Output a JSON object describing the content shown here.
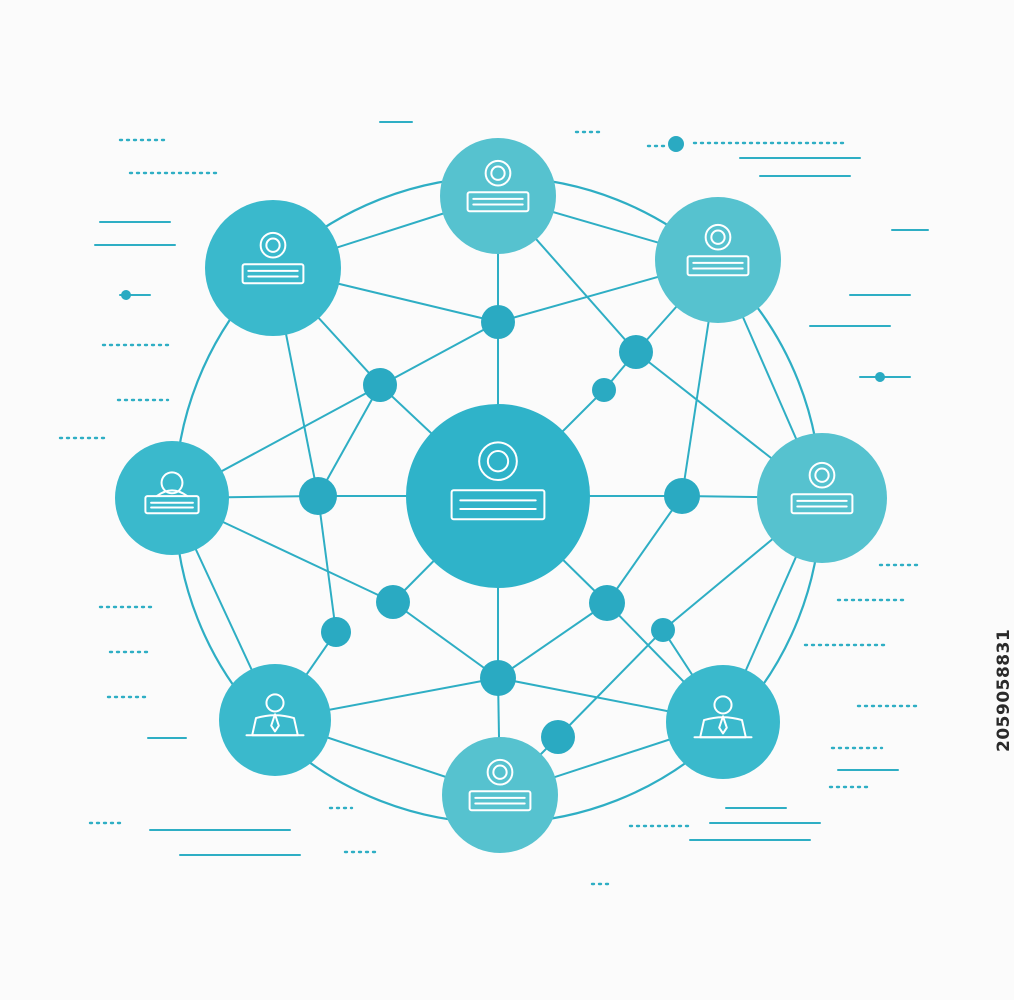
{
  "stock_id": "2059058831",
  "colors": {
    "background": "#fbfbfb",
    "line": "#2eaec4",
    "hub": "#2fb3c9",
    "node_a": "#3ab9cc",
    "node_b": "#56c2cf",
    "junction": "#2aaac2",
    "icon_stroke": "#ffffff"
  },
  "nodes": [
    {
      "id": "center",
      "kind": "hub",
      "icon": "person-card-icon"
    },
    {
      "id": "top",
      "kind": "node",
      "icon": "person-card-icon"
    },
    {
      "id": "top-left",
      "kind": "node",
      "icon": "person-card-icon"
    },
    {
      "id": "top-right",
      "kind": "node",
      "icon": "person-card-icon"
    },
    {
      "id": "left",
      "kind": "node",
      "icon": "person-desk-icon"
    },
    {
      "id": "right",
      "kind": "node",
      "icon": "person-card-icon"
    },
    {
      "id": "bottom-left",
      "kind": "node",
      "icon": "businessperson-icon"
    },
    {
      "id": "bottom",
      "kind": "node",
      "icon": "person-card-icon"
    },
    {
      "id": "bottom-right",
      "kind": "node",
      "icon": "businessperson-icon"
    }
  ],
  "junctions": [
    "j-top",
    "j-upper-left",
    "j-upper-right-a",
    "j-upper-right-b",
    "j-left",
    "j-right",
    "j-lower-left-a",
    "j-lower-left-b",
    "j-lower-right-a",
    "j-lower-right-b",
    "j-bottom",
    "j-bottom-right"
  ],
  "edges": [
    [
      "center",
      "j-top"
    ],
    [
      "center",
      "j-upper-left"
    ],
    [
      "center",
      "j-upper-right-b"
    ],
    [
      "center",
      "j-left"
    ],
    [
      "center",
      "j-right"
    ],
    [
      "center",
      "j-lower-left-a"
    ],
    [
      "center",
      "j-lower-right-a"
    ],
    [
      "center",
      "j-bottom"
    ],
    [
      "top",
      "j-top"
    ],
    [
      "top",
      "top-left"
    ],
    [
      "top",
      "top-right"
    ],
    [
      "top",
      "j-upper-right-a"
    ],
    [
      "top-left",
      "j-top"
    ],
    [
      "top-left",
      "j-upper-left"
    ],
    [
      "top-left",
      "j-left"
    ],
    [
      "top-right",
      "j-top"
    ],
    [
      "top-right",
      "j-upper-right-a"
    ],
    [
      "top-right",
      "j-right"
    ],
    [
      "top-right",
      "right"
    ],
    [
      "left",
      "j-left"
    ],
    [
      "left",
      "j-top"
    ],
    [
      "left",
      "j-lower-left-a"
    ],
    [
      "left",
      "bottom-left"
    ],
    [
      "right",
      "j-right"
    ],
    [
      "right",
      "j-lower-right-b"
    ],
    [
      "right",
      "bottom-right"
    ],
    [
      "right",
      "j-upper-right-a"
    ],
    [
      "bottom-left",
      "j-lower-left-b"
    ],
    [
      "bottom-left",
      "j-bottom"
    ],
    [
      "bottom-left",
      "bottom"
    ],
    [
      "bottom-right",
      "j-lower-right-b"
    ],
    [
      "bottom-right",
      "j-bottom"
    ],
    [
      "bottom-right",
      "bottom"
    ],
    [
      "bottom",
      "j-bottom"
    ],
    [
      "bottom",
      "j-bottom-right"
    ],
    [
      "j-left",
      "j-lower-left-b"
    ],
    [
      "j-lower-left-a",
      "j-bottom"
    ],
    [
      "j-lower-right-a",
      "j-bottom"
    ],
    [
      "j-right",
      "j-lower-right-a"
    ],
    [
      "j-upper-right-a",
      "j-upper-right-b"
    ],
    [
      "j-upper-left",
      "j-left"
    ],
    [
      "j-bottom-right",
      "j-lower-right-b"
    ],
    [
      "j-lower-right-a",
      "bottom-right"
    ]
  ]
}
